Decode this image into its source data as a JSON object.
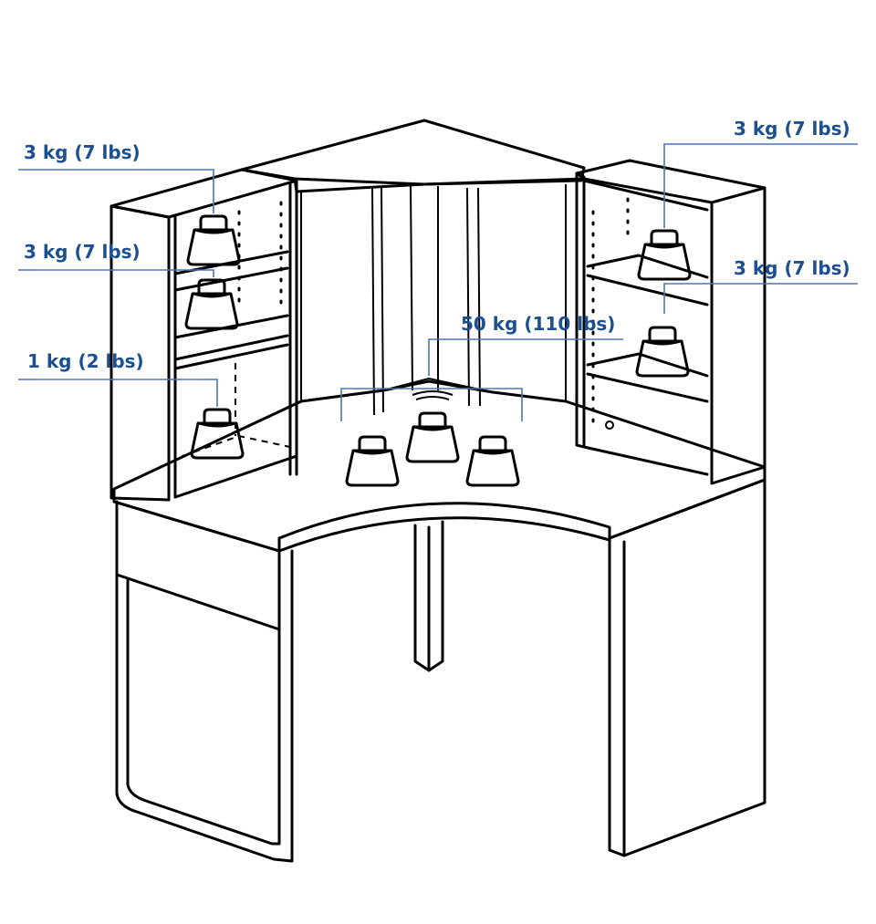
{
  "labels": {
    "left_top": "3 kg (7 lbs)",
    "left_middle": "3 kg (7 lbs)",
    "left_bottom": "1 kg (2 lbs)",
    "right_top": "3 kg (7 lbs)",
    "right_middle": "3 kg (7 lbs)",
    "desktop": "50 kg (110 lbs)"
  },
  "colors": {
    "label_text": "#1c4f8f",
    "leader_line": "#4a76b5",
    "line_art": "#000000",
    "background": "#ffffff"
  },
  "icons": [
    "weight-icon"
  ]
}
